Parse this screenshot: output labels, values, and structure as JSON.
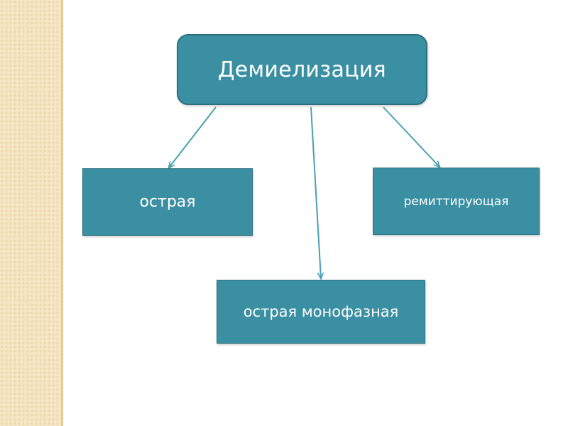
{
  "diagram": {
    "root": {
      "label": "Демиелизация"
    },
    "children": [
      {
        "id": "acute",
        "label": "острая"
      },
      {
        "id": "remitting",
        "label": "ремиттирующая"
      },
      {
        "id": "monophasic",
        "label": "острая монофазная"
      }
    ],
    "colors": {
      "node_fill": "#3a8fa2",
      "node_border": "#2b6f80",
      "connector": "#4a9fb2",
      "side_strip": "#f3e3bf"
    }
  }
}
